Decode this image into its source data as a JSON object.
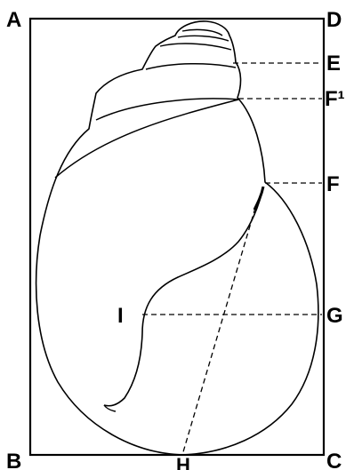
{
  "diagram": {
    "labels": {
      "a": "A",
      "b": "B",
      "c": "C",
      "d": "D",
      "e": "E",
      "f1": "F¹",
      "f": "F",
      "g": "G",
      "h": "H",
      "i": "I"
    },
    "colors": {
      "ink": "#000000",
      "background": "#ffffff"
    }
  }
}
